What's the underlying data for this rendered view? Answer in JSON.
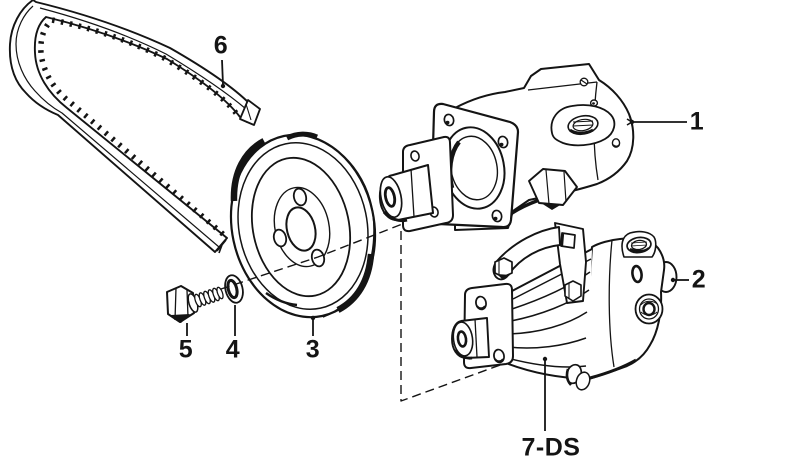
{
  "diagram": {
    "background_color": "#ffffff",
    "line_color": "#141414",
    "callouts": [
      {
        "id": "1",
        "label": "1"
      },
      {
        "id": "2",
        "label": "2"
      },
      {
        "id": "3",
        "label": "3"
      },
      {
        "id": "4",
        "label": "4"
      },
      {
        "id": "5",
        "label": "5"
      },
      {
        "id": "6",
        "label": "6"
      },
      {
        "id": "7ds",
        "label": "7-DS"
      }
    ]
  }
}
